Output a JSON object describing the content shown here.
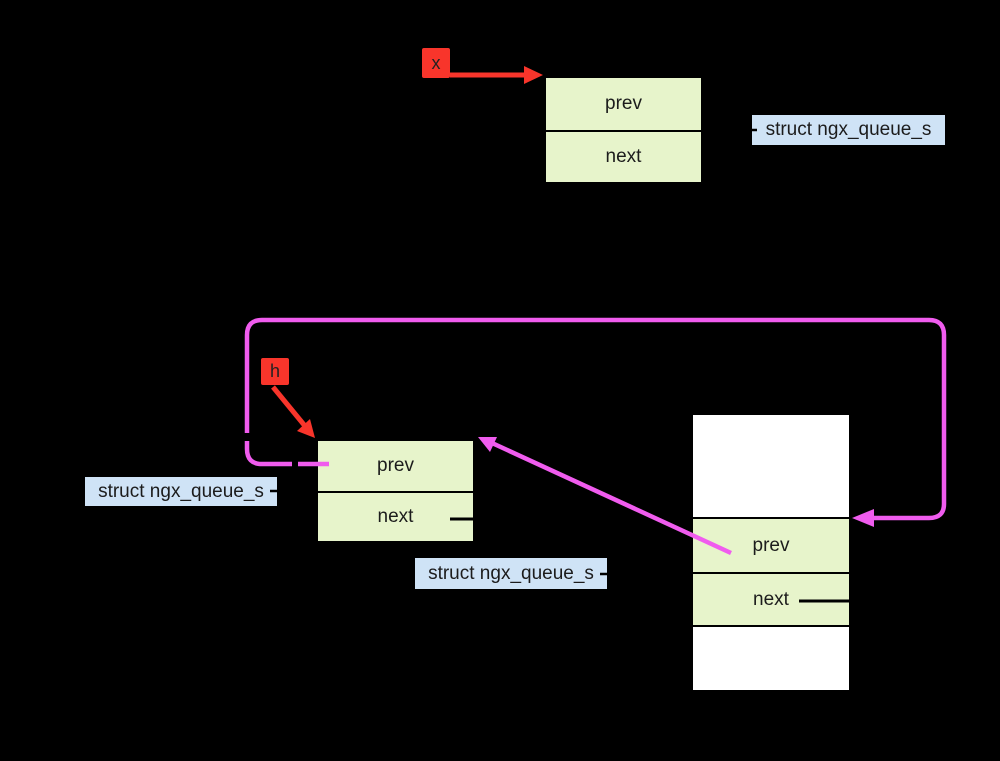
{
  "colors": {
    "canvas_bg": "#000000",
    "node_fill": "#E7F4CB",
    "blank_fill": "#FFFFFF",
    "line_color": "#000000",
    "text_color": "#1C1C1C",
    "type_label_bg": "#CFE3F6",
    "pointer_bg": "#F8352B",
    "link_color": "#F05CEE"
  },
  "top_diagram": {
    "pointer_label": "x",
    "node": {
      "prev_field": "prev",
      "next_field": "next"
    },
    "type_label": "struct ngx_queue_s"
  },
  "bottom_diagram": {
    "pointer_label": "h",
    "head_node": {
      "prev_field": "prev",
      "next_field": "next",
      "type_label": "struct ngx_queue_s"
    },
    "element_node": {
      "prev_field": "prev",
      "next_field": "next",
      "type_label": "struct ngx_queue_s"
    }
  }
}
